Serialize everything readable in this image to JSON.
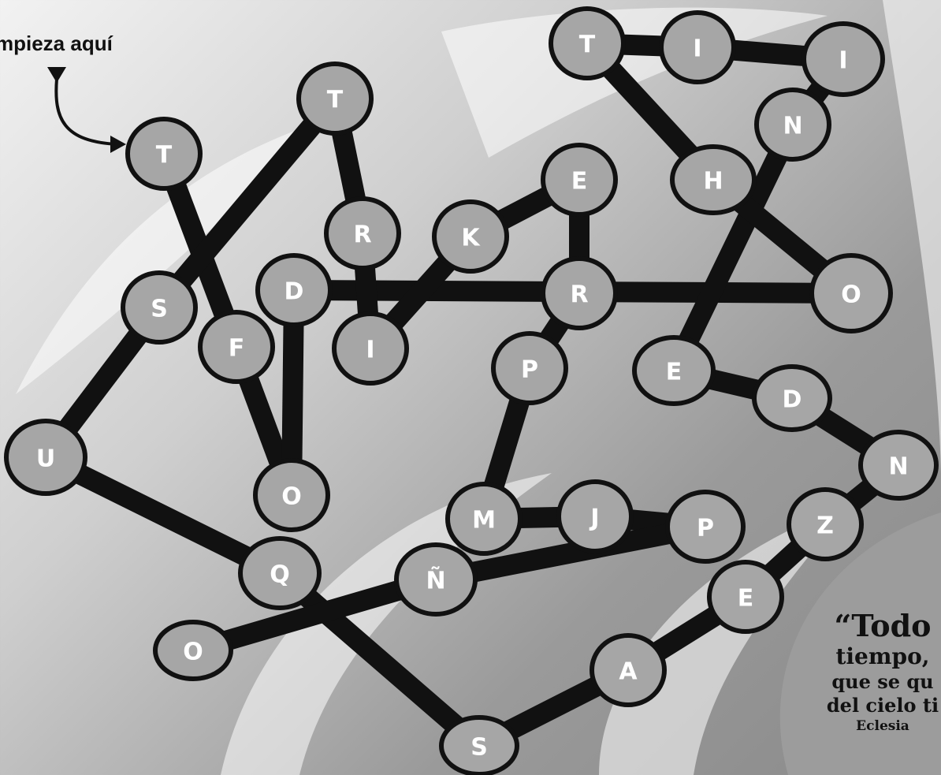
{
  "start_label": "mpieza aquí",
  "quote": {
    "line1": "“Todo",
    "line2": "tiempo,",
    "line3": "que se qu",
    "line4": "del cielo ti",
    "source": "Eclesia"
  },
  "nodes": [
    {
      "id": "n1",
      "letter": "T"
    },
    {
      "id": "n2",
      "letter": "T"
    },
    {
      "id": "n3",
      "letter": "S"
    },
    {
      "id": "n4",
      "letter": "U"
    },
    {
      "id": "n5",
      "letter": "F"
    },
    {
      "id": "n6",
      "letter": "O"
    },
    {
      "id": "n7",
      "letter": "D"
    },
    {
      "id": "n8",
      "letter": "R"
    },
    {
      "id": "n9",
      "letter": "I"
    },
    {
      "id": "n10",
      "letter": "K"
    },
    {
      "id": "n11",
      "letter": "E"
    },
    {
      "id": "n12",
      "letter": "R"
    },
    {
      "id": "n13",
      "letter": "P"
    },
    {
      "id": "n14",
      "letter": "M"
    },
    {
      "id": "n15",
      "letter": "J"
    },
    {
      "id": "n16",
      "letter": "P"
    },
    {
      "id": "n17",
      "letter": "Ñ"
    },
    {
      "id": "n18",
      "letter": "Q"
    },
    {
      "id": "n19",
      "letter": "O"
    },
    {
      "id": "n20",
      "letter": "S"
    },
    {
      "id": "n21",
      "letter": "A"
    },
    {
      "id": "n22",
      "letter": "E"
    },
    {
      "id": "n23",
      "letter": "Z"
    },
    {
      "id": "n24",
      "letter": "N"
    },
    {
      "id": "n25",
      "letter": "D"
    },
    {
      "id": "n26",
      "letter": "E"
    },
    {
      "id": "n27",
      "letter": "O"
    },
    {
      "id": "n28",
      "letter": "H"
    },
    {
      "id": "n29",
      "letter": "T"
    },
    {
      "id": "n30",
      "letter": "I"
    },
    {
      "id": "n31",
      "letter": "I"
    },
    {
      "id": "n32",
      "letter": "N"
    }
  ],
  "colors": {
    "line": "#111111",
    "node_fill": "#a6a6a6",
    "node_stroke": "#111111",
    "letter": "#ffffff"
  }
}
